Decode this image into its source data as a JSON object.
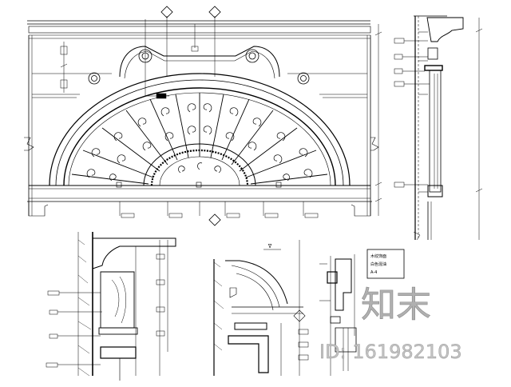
{
  "drawing": {
    "detail_label": "ᐁ",
    "note_lines": [
      "木纹饰面",
      "白色混油",
      "A-4"
    ]
  },
  "watermark": {
    "brand": "知末",
    "id_text": "ID: 161982103"
  },
  "colors": {
    "line": "#000000",
    "watermark": "#b8b8b8",
    "background": "#ffffff"
  }
}
